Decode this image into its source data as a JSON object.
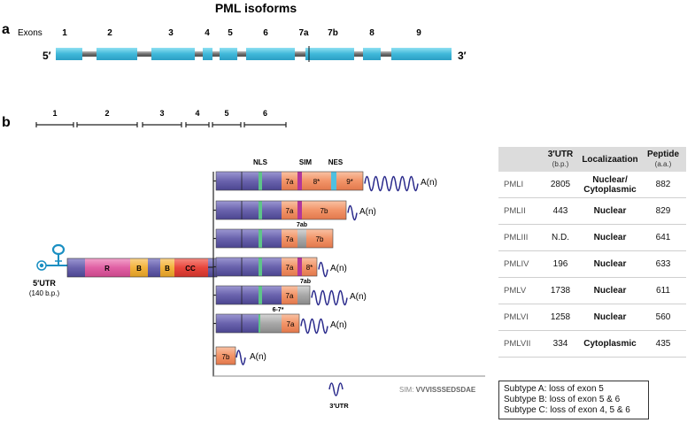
{
  "title": "PML isoforms",
  "panel_a": {
    "label": "a",
    "exons_label": "Exons",
    "exon_numbers": [
      "1",
      "2",
      "3",
      "4",
      "5",
      "6",
      "7a",
      "7b",
      "8",
      "9"
    ],
    "five_prime": "5′",
    "three_prime": "3′"
  },
  "panel_b": {
    "label": "b",
    "ruler_numbers": [
      "1",
      "2",
      "3",
      "4",
      "5",
      "6"
    ],
    "domains": [
      "R",
      "B",
      "B",
      "CC"
    ],
    "utr_label": "5′UTR",
    "utr_bp": "(140 b.p.)",
    "top_labels": [
      "NLS",
      "SIM",
      "NES"
    ],
    "segment_labels": {
      "e7a": "7a",
      "e7b": "7b",
      "e8s": "8*",
      "e9s": "9*",
      "e7ab": "7ab",
      "e67s": "6-7*"
    },
    "polyA": "A(n)",
    "utr3_legend": "3′UTR",
    "sim_legend_prefix": "SIM: ",
    "sim_sequence": "VVVISSSEDSDAE"
  },
  "table": {
    "headers": {
      "utr": "3′UTR",
      "utr_unit": "(b.p.)",
      "localization": "Localizaation",
      "peptide": "Peptide",
      "peptide_unit": "(a.a.)"
    },
    "rows": [
      {
        "isoform": "PMLI",
        "utr": "2805",
        "localization": "Nuclear/ Cytoplasmic",
        "peptide": "882"
      },
      {
        "isoform": "PMLII",
        "utr": "443",
        "localization": "Nuclear",
        "peptide": "829"
      },
      {
        "isoform": "PMLIII",
        "utr": "N.D.",
        "localization": "Nuclear",
        "peptide": "641"
      },
      {
        "isoform": "PMLIV",
        "utr": "196",
        "localization": "Nuclear",
        "peptide": "633"
      },
      {
        "isoform": "PMLV",
        "utr": "1738",
        "localization": "Nuclear",
        "peptide": "611"
      },
      {
        "isoform": "PMLVI",
        "utr": "1258",
        "localization": "Nuclear",
        "peptide": "560"
      },
      {
        "isoform": "PMLVII",
        "utr": "334",
        "localization": "Cytoplasmic",
        "peptide": "435"
      }
    ]
  },
  "subtypes": [
    "Subtype A: loss of exon 5",
    "Subtype B: loss of exon 5 & 6",
    "Subtype C: loss of exon 4, 5 & 6"
  ],
  "colors": {
    "exon": "#4cc3e0",
    "intron": "#7a7a7a",
    "purple": "#6a63ad",
    "pink": "#e060a4",
    "yellow": "#f3b23c",
    "red": "#e8453c",
    "orange": "#f29468",
    "green": "#5ec489",
    "magenta": "#b2379b",
    "cyan": "#4fc0e0",
    "grey": "#a8a8a8",
    "wave": "#2b2b8c"
  }
}
